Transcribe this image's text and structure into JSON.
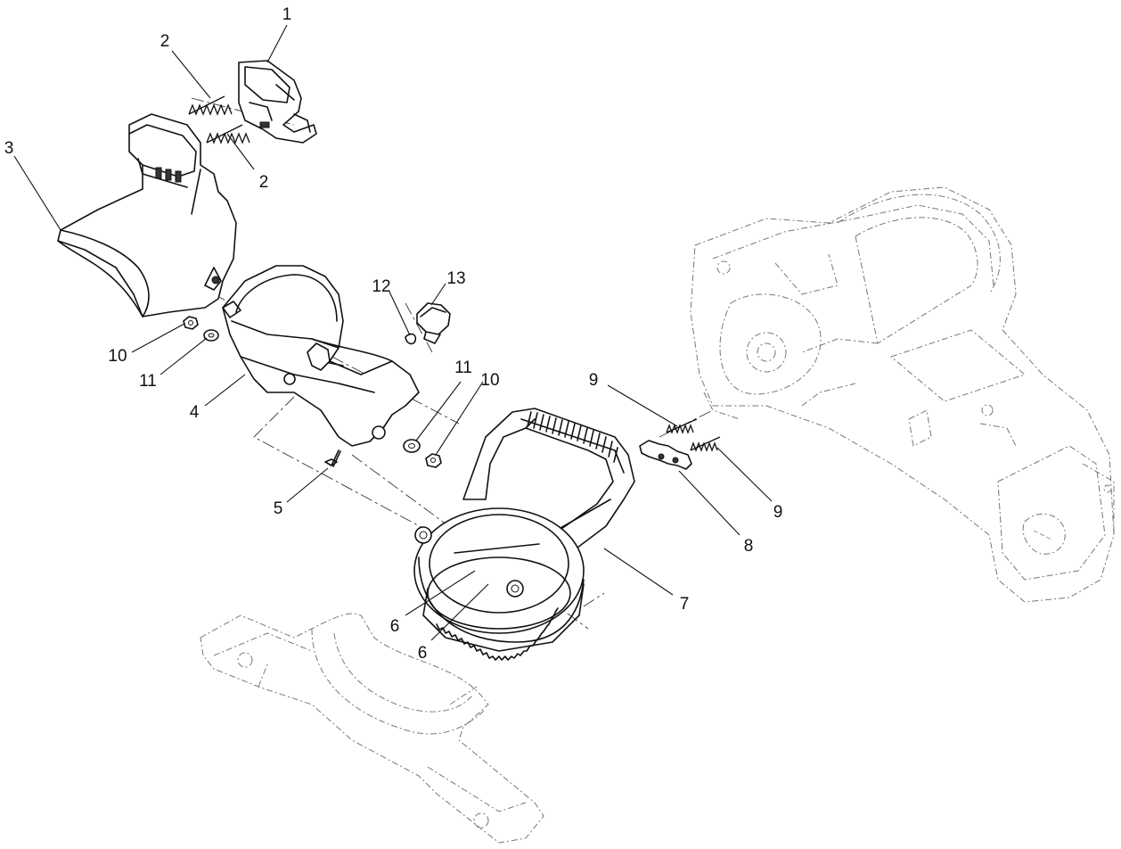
{
  "diagram": {
    "callouts": [
      {
        "id": "c1",
        "label": "1"
      },
      {
        "id": "c2a",
        "label": "2"
      },
      {
        "id": "c2b",
        "label": "2"
      },
      {
        "id": "c3",
        "label": "3"
      },
      {
        "id": "c4",
        "label": "4"
      },
      {
        "id": "c5",
        "label": "5"
      },
      {
        "id": "c6a",
        "label": "6"
      },
      {
        "id": "c6b",
        "label": "6"
      },
      {
        "id": "c7",
        "label": "7"
      },
      {
        "id": "c8",
        "label": "8"
      },
      {
        "id": "c9a",
        "label": "9"
      },
      {
        "id": "c9b",
        "label": "9"
      },
      {
        "id": "c10a",
        "label": "10"
      },
      {
        "id": "c10b",
        "label": "10"
      },
      {
        "id": "c11a",
        "label": "11"
      },
      {
        "id": "c11b",
        "label": "11"
      },
      {
        "id": "c12",
        "label": "12"
      },
      {
        "id": "c13",
        "label": "13"
      }
    ]
  }
}
